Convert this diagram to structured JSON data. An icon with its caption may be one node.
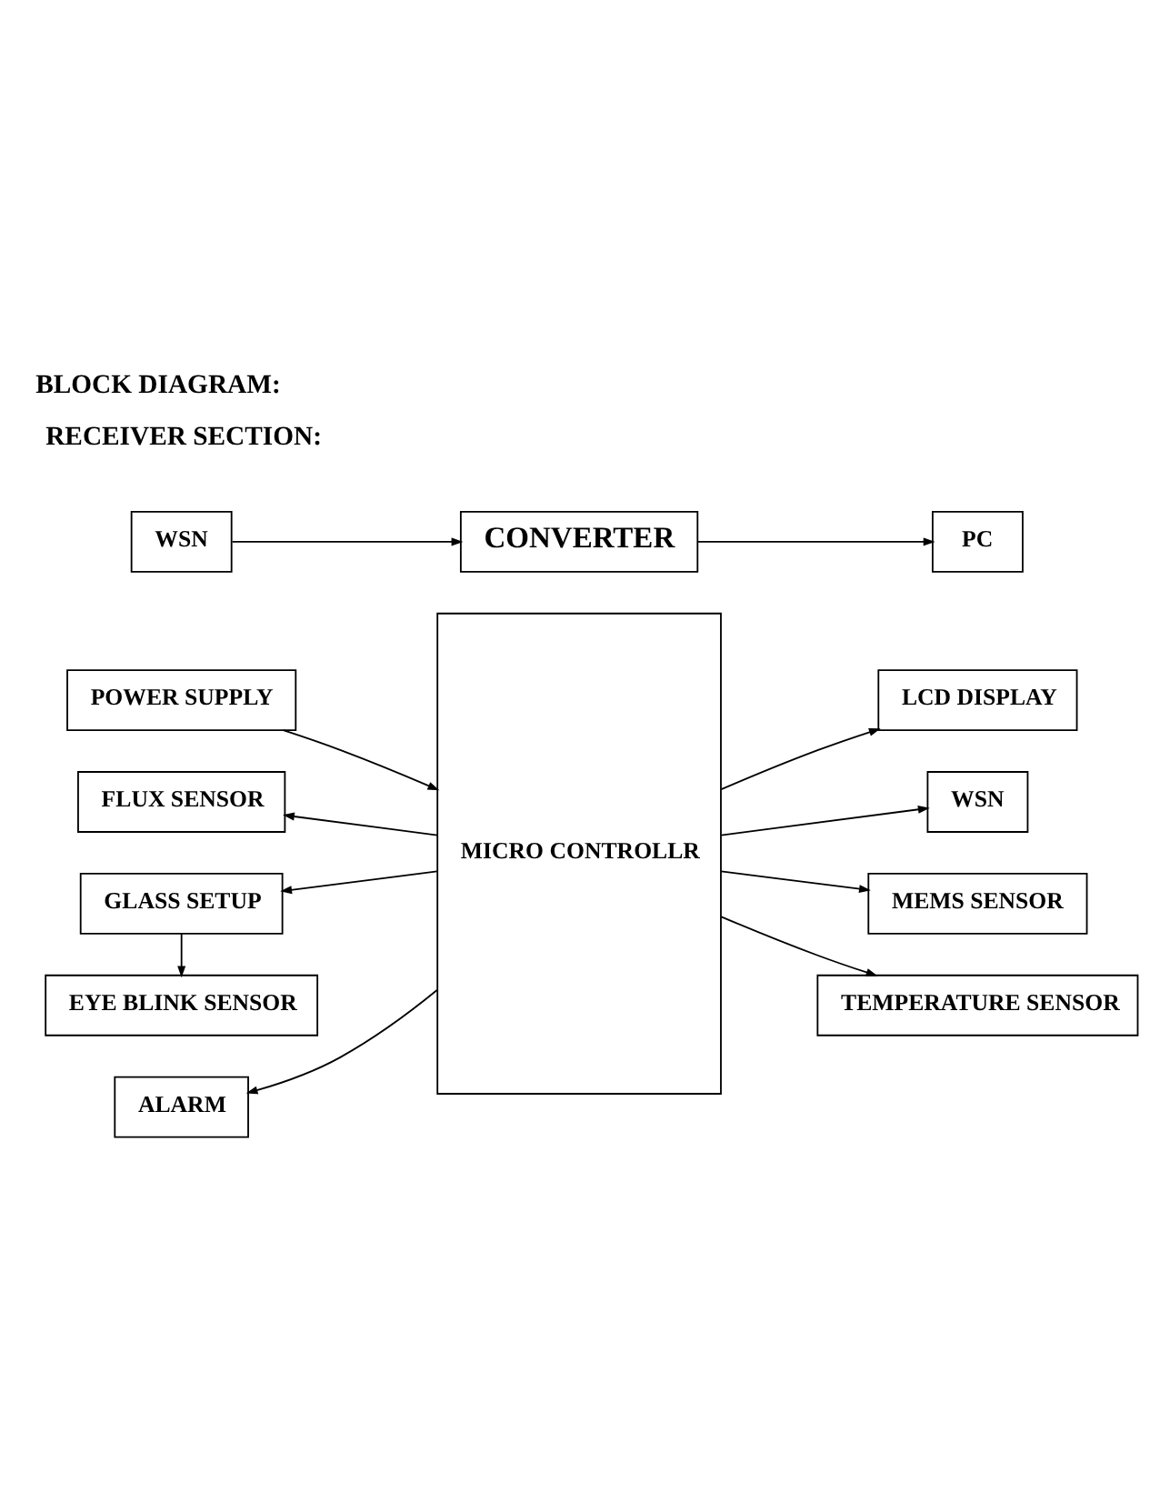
{
  "diagram": {
    "title": "BLOCK DIAGRAM:",
    "nodes": [
      {
        "text": [
          "POWER SUPPLY"
        ]
      },
      {
        "text": [
          "MICRO CONTROLLR"
        ]
      },
      {
        "text": [
          "LCD DISPLAY"
        ]
      },
      {
        "text": [
          "FLUX SENSOR"
        ]
      },
      {
        "text": [
          "WSN"
        ]
      },
      {
        "text": [
          "GLASS SETUP"
        ]
      },
      {
        "text": [
          "MEMS SENSOR"
        ]
      },
      {
        "text": [
          "EYE BLINK SENSOR"
        ]
      },
      {
        "text": [
          "TEMPERATURE SENSOR"
        ]
      },
      {
        "text": [
          "ALARM"
        ]
      },
      {
        "text": [
          "WSN"
        ]
      },
      {
        "text": [
          "CONVERTER"
        ]
      },
      {
        "text": [
          "PC"
        ]
      }
    ],
    "edges": [
      {
        "from": 0,
        "to": 1,
        "arrow": "to"
      },
      {
        "from": 1,
        "to": 2,
        "arrow": "to"
      },
      {
        "from": 1,
        "to": 3,
        "arrow": "to"
      },
      {
        "from": 1,
        "to": 4,
        "arrow": "to"
      },
      {
        "from": 1,
        "to": 5,
        "arrow": "to"
      },
      {
        "from": 1,
        "to": 6,
        "arrow": "to"
      },
      {
        "from": 5,
        "to": 7,
        "arrow": "to"
      },
      {
        "from": 1,
        "to": 8,
        "arrow": "to"
      },
      {
        "from": 1,
        "to": 9,
        "arrow": "to"
      },
      {
        "from": 10,
        "to": 11,
        "arrow": "to"
      },
      {
        "from": 11,
        "to": 12,
        "arrow": "to"
      }
    ],
    "labels": [
      "RECEIVER SECTION:"
    ]
  }
}
